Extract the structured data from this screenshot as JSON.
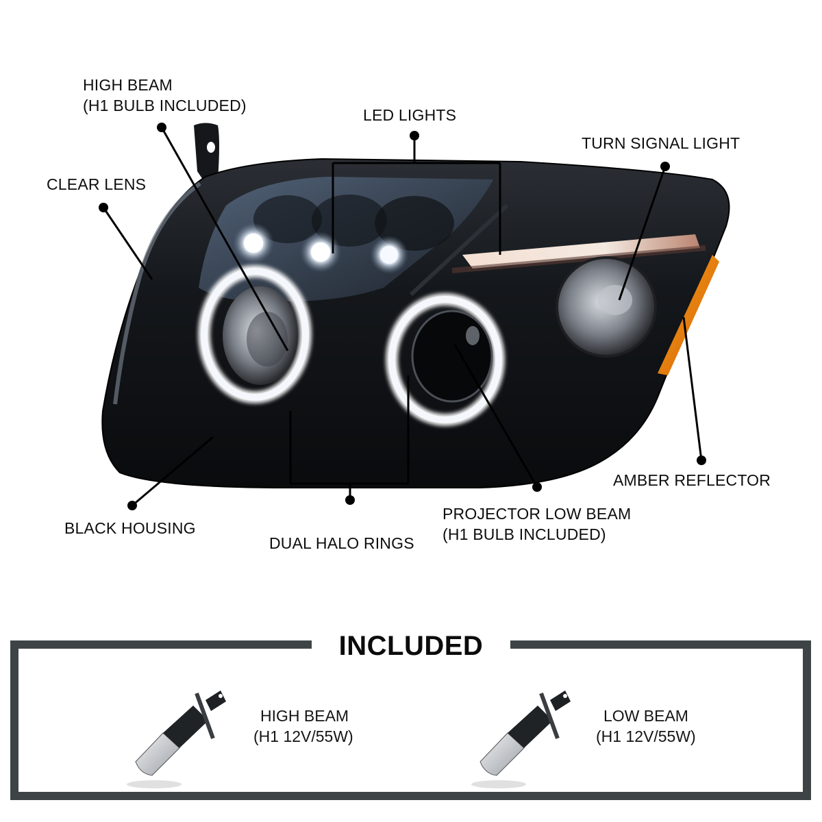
{
  "product": {
    "description": "Black housing dual halo projector headlight with LED lights"
  },
  "callouts": [
    {
      "id": "high-beam",
      "lines": [
        "HIGH BEAM",
        "(H1 BULB INCLUDED)"
      ]
    },
    {
      "id": "led-lights",
      "lines": [
        "LED LIGHTS"
      ]
    },
    {
      "id": "turn-signal-light",
      "lines": [
        "TURN SIGNAL LIGHT"
      ]
    },
    {
      "id": "clear-lens",
      "lines": [
        "CLEAR LENS"
      ]
    },
    {
      "id": "amber-reflector",
      "lines": [
        "AMBER REFLECTOR"
      ]
    },
    {
      "id": "black-housing",
      "lines": [
        "BLACK HOUSING"
      ]
    },
    {
      "id": "dual-halo-rings",
      "lines": [
        "DUAL HALO RINGS"
      ]
    },
    {
      "id": "projector-low-beam",
      "lines": [
        "PROJECTOR LOW BEAM",
        "(H1 BULB INCLUDED)"
      ]
    }
  ],
  "included": {
    "title": "INCLUDED",
    "items": [
      {
        "name": "HIGH BEAM",
        "spec": "(H1 12V/55W)"
      },
      {
        "name": "LOW BEAM",
        "spec": "(H1 12V/55W)"
      }
    ]
  },
  "colors": {
    "housing": "#111316",
    "halo": "#f4f7fb",
    "amber": "#e8720c",
    "frame": "#3e4445",
    "leader": "#000000"
  }
}
